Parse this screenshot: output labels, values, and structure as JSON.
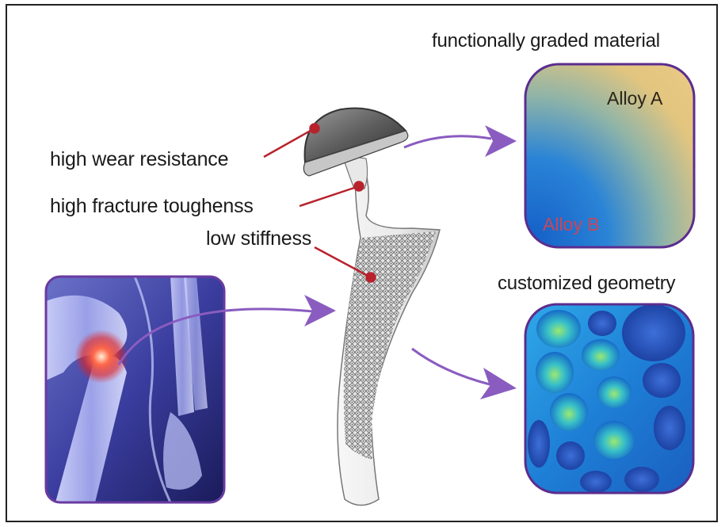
{
  "callouts": {
    "wear": "high wear resistance",
    "fracture": "high fracture toughenss",
    "stiffness": "low stiffness"
  },
  "panels": {
    "graded": {
      "heading": "functionally graded material",
      "alloy_a": "Alloy A",
      "alloy_b": "Alloy B"
    },
    "geometry": {
      "heading": "customized geometry"
    }
  },
  "colors": {
    "callout_line": "#b8222c",
    "arrow": "#8a5cc0",
    "panel_border": "#5b2d8e",
    "alloy_a": "#e8c884",
    "alloy_b": "#1f7bd0",
    "alloy_b_text": "#c8475a"
  }
}
